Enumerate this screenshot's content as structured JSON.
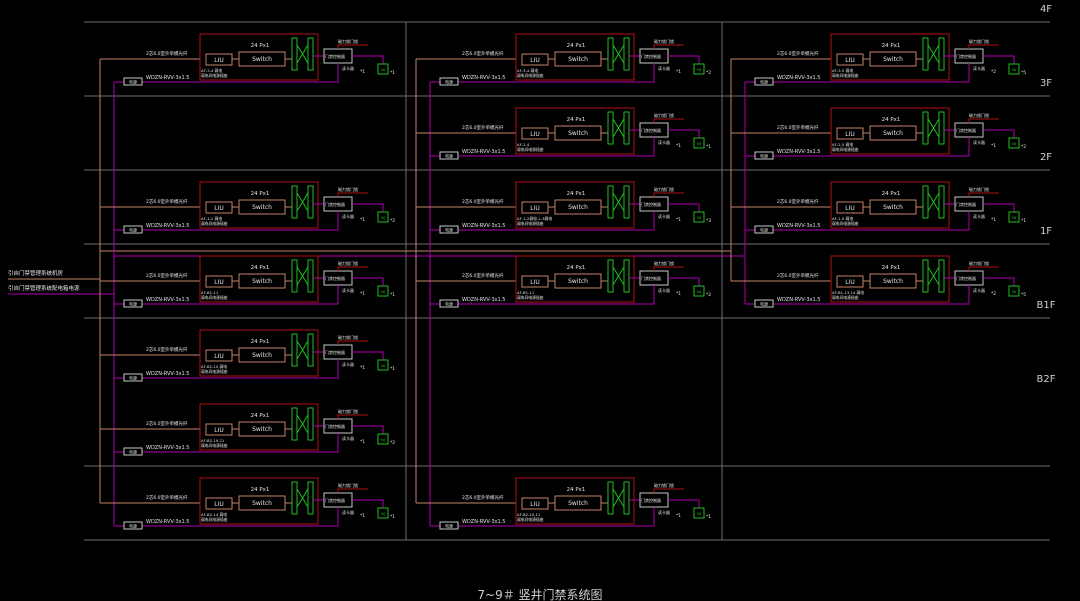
{
  "title": "7~9＃ 竖井门禁系统图",
  "colors": {
    "background": "#000000",
    "grid": "#6e6e6e",
    "fiber": "#c8826a",
    "power": "#b000b0",
    "cabinet": "#b01010",
    "device": "#c8826a",
    "patch_panel": "#20c020",
    "controller": "#c8c8c8",
    "text": "#e6e6e6",
    "reader": "#20c020"
  },
  "floors": [
    "4F",
    "3F",
    "2F",
    "1F",
    "B1F",
    "B2F"
  ],
  "incoming_lines": [
    "引自门禁管理系统机房",
    "引自门禁管理系统配电箱电源"
  ],
  "common": {
    "cabinet_label": "24 Px1",
    "liu_label": "LIU",
    "switch_label": "Switch",
    "fiber_label": "2芯6.0室外单模光纤",
    "power_cable_label_a": "WDZN-RVV-3x1.5",
    "power_box_label": "电源",
    "controller_label": "门禁控制器",
    "lock_label": "磁力锁门锁",
    "reader_label": "读卡器",
    "reader_icon": "card-reader-icon",
    "door_count_a": "*1"
  },
  "columns": [
    {
      "name": "left",
      "cells": [
        {
          "floor": "3F",
          "id_line": "AF-3-4 弱电",
          "sub": "弱电间电源插座",
          "count_a": "*1",
          "count_b": "*1"
        },
        {
          "floor": "1F",
          "id_line": "AF-1-2 弱电",
          "sub": "弱电间电源插座",
          "count_a": "*1",
          "count_b": "*2"
        },
        {
          "floor": "B1F",
          "id_line": "AF-B1-11",
          "sub": "弱电间电源插座",
          "count_a": "*1",
          "count_b": "*1"
        },
        {
          "floor": "B2F-a",
          "id_line": "AF-B2-10 弱电",
          "sub": "弱电间电源插座",
          "count_a": "*1",
          "count_b": "*1"
        },
        {
          "floor": "B2F-b",
          "id_line": "AF-B2-19,21",
          "sub": "弱电间电源插座",
          "count_a": "*1",
          "count_b": "*2"
        },
        {
          "floor": "B2F-c",
          "id_line": "AF-B2-14 弱电",
          "sub": "弱电间电源插座",
          "count_a": "*1",
          "count_b": "*1"
        }
      ]
    },
    {
      "name": "middle",
      "cells": [
        {
          "floor": "3F",
          "id_line": "AF-3-4 弱电",
          "sub": "弱电间电源插座",
          "count_a": "*1",
          "count_b": "*2"
        },
        {
          "floor": "2F",
          "id_line": "AF-2-4",
          "sub": "弱电间电源插座",
          "count_a": "*1",
          "count_b": "*1"
        },
        {
          "floor": "1F",
          "id_line": "AF-1-2弱电-1-3弱电",
          "sub": "弱电间电源插座",
          "count_a": "*1",
          "count_b": "*3"
        },
        {
          "floor": "B1F",
          "id_line": "AF-B1-11",
          "sub": "弱电间电源插座",
          "count_a": "*1",
          "count_b": "*2"
        },
        {
          "floor": "B2F-c",
          "id_line": "AF-B2-10,11",
          "sub": "弱电间电源插座",
          "count_a": "*1",
          "count_b": "*1"
        }
      ]
    },
    {
      "name": "right",
      "cells": [
        {
          "floor": "3F",
          "id_line": "AF-3-5 弱电",
          "sub": "弱电间电源插座",
          "count_a": "*2",
          "count_b": "*5"
        },
        {
          "floor": "2F",
          "id_line": "AF-2-5 弱电",
          "sub": "弱电间电源插座",
          "count_a": "*1",
          "count_b": "*2"
        },
        {
          "floor": "1F",
          "id_line": "AF-1-5 弱电",
          "sub": "弱电间电源插座",
          "count_a": "*1",
          "count_b": "*1"
        },
        {
          "floor": "B1F",
          "id_line": "AF-B1-13,14 弱电",
          "sub": "弱电间电源插座",
          "count_a": "*2",
          "count_b": "*5"
        }
      ]
    }
  ]
}
